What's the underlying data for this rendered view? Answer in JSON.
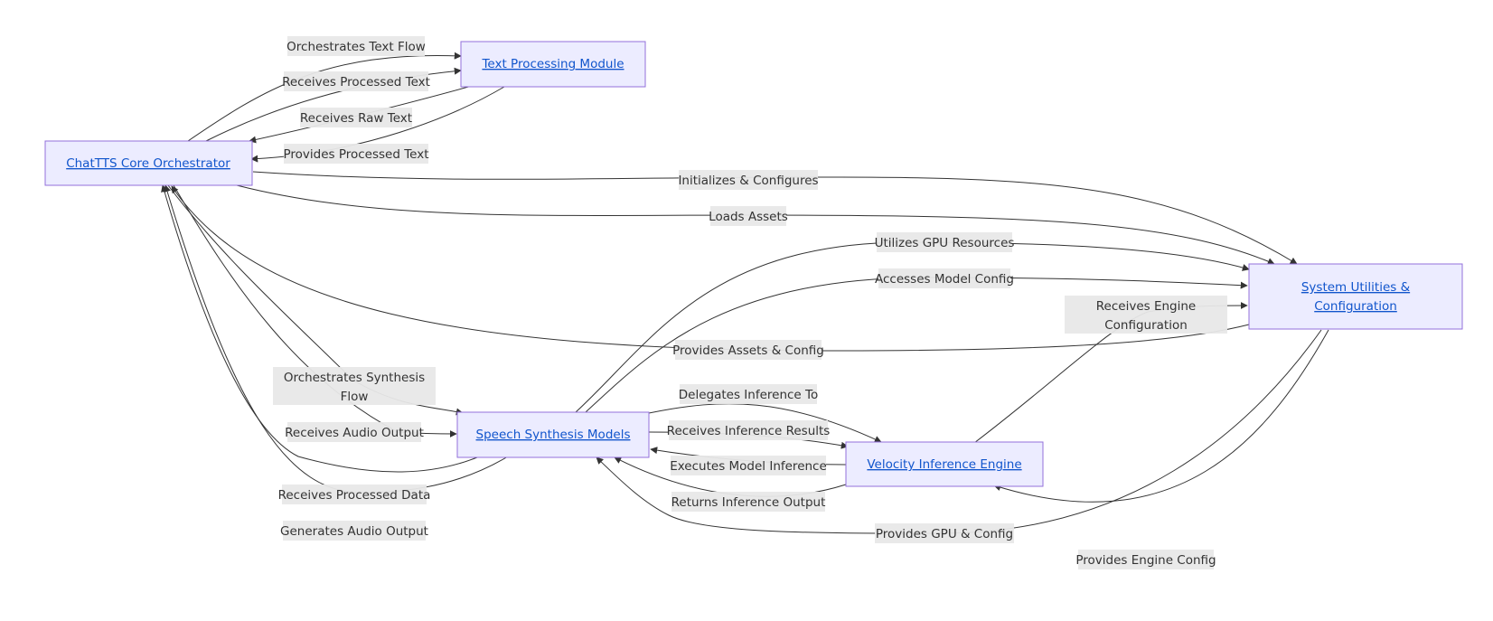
{
  "nodes": {
    "orchestrator": "ChatTTS Core Orchestrator",
    "text_processing": "Text Processing Module",
    "utilities": [
      "System Utilities &",
      "Configuration"
    ],
    "speech_models": "Speech Synthesis Models",
    "velocity_engine": "Velocity Inference Engine"
  },
  "edge_labels": {
    "orchestrates_text_flow": "Orchestrates Text Flow",
    "receives_processed_text": "Receives Processed Text",
    "receives_raw_text": "Receives Raw Text",
    "provides_processed_text": "Provides Processed Text",
    "initializes_configures": "Initializes & Configures",
    "loads_assets": "Loads Assets",
    "utilizes_gpu": "Utilizes GPU Resources",
    "accesses_model_config": "Accesses Model Config",
    "receives_engine_config": [
      "Receives Engine",
      "Configuration"
    ],
    "provides_assets_config": "Provides Assets & Config",
    "orchestrates_synthesis": [
      "Orchestrates Synthesis",
      "Flow"
    ],
    "receives_audio_output": "Receives Audio Output",
    "delegates_inference": "Delegates Inference To",
    "receives_inference_results": "Receives Inference Results",
    "executes_model_inference": "Executes Model Inference",
    "returns_inference_output": "Returns Inference Output",
    "receives_processed_data": "Receives Processed Data",
    "generates_audio_output": "Generates Audio Output",
    "provides_gpu_config": "Provides GPU & Config",
    "provides_engine_config": "Provides Engine Config"
  }
}
